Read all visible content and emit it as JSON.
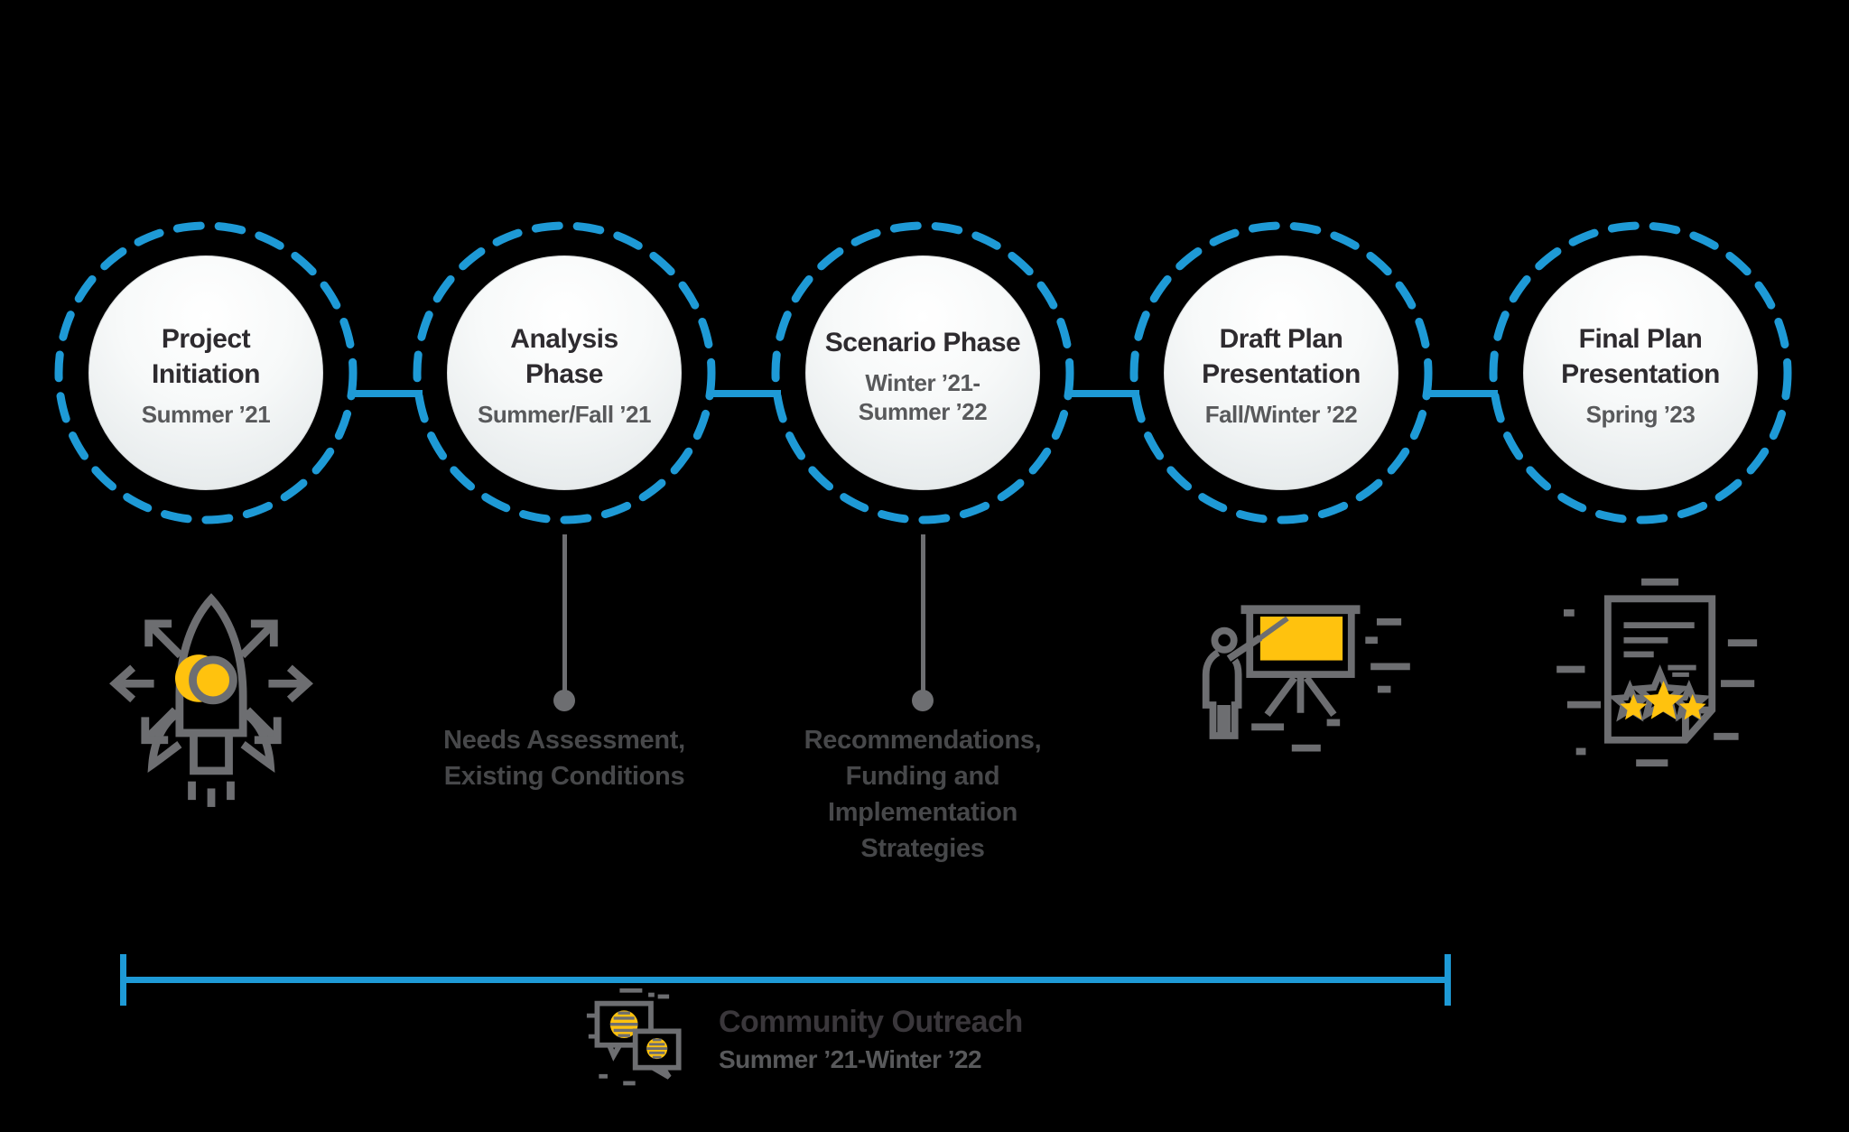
{
  "colors": {
    "background": "#000000",
    "accent_blue": "#1E9AD6",
    "icon_gray": "#6D6E71",
    "accent_yellow": "#FFC20E",
    "title_dark": "#2E2B2F",
    "subtitle_gray": "#58595B",
    "callout_gray": "#47484A"
  },
  "phases": [
    {
      "title": "Project\nInitiation",
      "date": "Summer ’21",
      "icon": "rocket-launch-icon"
    },
    {
      "title": "Analysis\nPhase",
      "date": "Summer/Fall ’21",
      "callout": "Needs Assessment,\nExisting Conditions"
    },
    {
      "title": "Scenario Phase",
      "date": "Winter ’21-\nSummer ’22",
      "callout": "Recommendations,\nFunding and\nImplementation\nStrategies"
    },
    {
      "title": "Draft Plan\nPresentation",
      "date": "Fall/Winter ’22",
      "icon": "presentation-board-icon"
    },
    {
      "title": "Final Plan\nPresentation",
      "date": "Spring ’23",
      "icon": "document-stars-icon"
    }
  ],
  "outreach": {
    "title": "Community Outreach",
    "date": "Summer ’21-Winter ’22",
    "icon": "chat-bubbles-icon"
  }
}
